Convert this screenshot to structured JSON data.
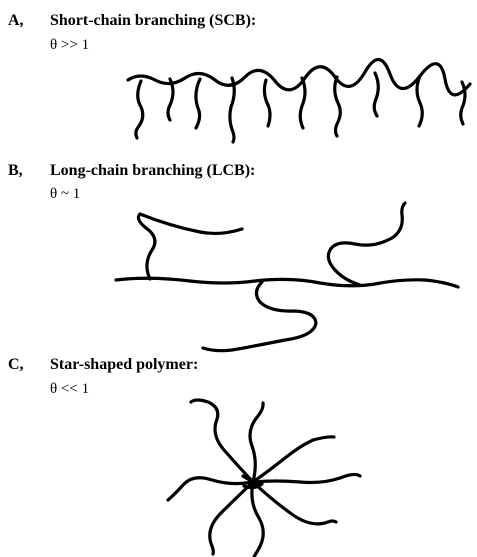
{
  "panels": [
    {
      "letter": "A,",
      "title": "Short-chain branching (SCB):",
      "relation": "θ >> 1"
    },
    {
      "letter": "B,",
      "title": "Long-chain branching (LCB):",
      "relation": "θ ~ 1"
    },
    {
      "letter": "C,",
      "title": "Star-shaped polymer:",
      "relation": "θ << 1"
    }
  ]
}
